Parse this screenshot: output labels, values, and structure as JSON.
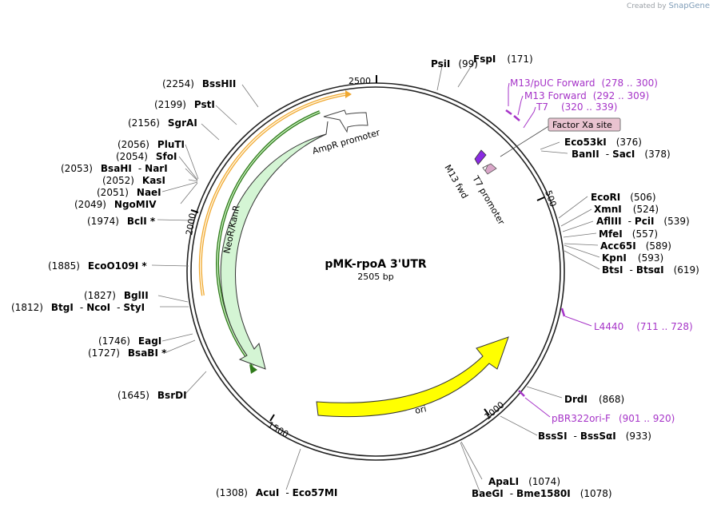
{
  "credit": {
    "created_by": "Created by",
    "brand": "SnapGene"
  },
  "plasmid": {
    "name": "pMK-rpoA 3'UTR",
    "length_label": "2505 bp"
  },
  "ticks": {
    "t500": "500",
    "t1000": "1000",
    "t1500": "1500",
    "t2000": "2000",
    "t2500": "2500"
  },
  "features": {
    "ampr_promoter": "AmpR promoter",
    "neor_kanr": "NeoR/KanR",
    "ori": "ori",
    "t7_promoter": "T7 promoter",
    "m13_fwd": "M13 fwd",
    "factor_xa": "Factor Xa site"
  },
  "sites": {
    "psti_top": {
      "name": "PsiI",
      "pos": "(99)"
    },
    "fspi": {
      "name": "FspI",
      "pos": "(171)"
    },
    "eco53ki": {
      "name": "Eco53kI",
      "pos": "(376)"
    },
    "banii": {
      "name": "BanII",
      "sep": "-",
      "name2": "SacI",
      "pos": "(378)"
    },
    "ecori": {
      "name": "EcoRI",
      "pos": "(506)"
    },
    "xmni": {
      "name": "XmnI",
      "pos": "(524)"
    },
    "aflIII": {
      "name": "AflIII",
      "sep": "-",
      "name2": "PciI",
      "pos": "(539)"
    },
    "mfei": {
      "name": "MfeI",
      "pos": "(557)"
    },
    "acc65i": {
      "name": "Acc65I",
      "pos": "(589)"
    },
    "kpni": {
      "name": "KpnI",
      "pos": "(593)"
    },
    "btsi": {
      "name": "BtsI",
      "sep": "-",
      "name2": "BtsαI",
      "pos": "(619)"
    },
    "drdi": {
      "name": "DrdI",
      "pos": "(868)"
    },
    "bsssi": {
      "name": "BssSI",
      "sep": "-",
      "name2": "BssSαI",
      "pos": "(933)"
    },
    "apali": {
      "name": "ApaLI",
      "pos": "(1074)"
    },
    "baegi": {
      "name": "BaeGI",
      "sep": "-",
      "name2": "Bme1580I",
      "pos": "(1078)"
    },
    "acui": {
      "pos": "(1308)",
      "name": "AcuI",
      "sep": "-",
      "name2": "Eco57MI"
    },
    "bsrdi": {
      "pos": "(1645)",
      "name": "BsrDI"
    },
    "bsabi": {
      "pos": "(1727)",
      "name": "BsaBI *"
    },
    "eagi": {
      "pos": "(1746)",
      "name": "EagI"
    },
    "btgi": {
      "pos": "(1812)",
      "name": "BtgI",
      "sep": "-",
      "name2": "NcoI",
      "sep2": "-",
      "name3": "StyI"
    },
    "bglii": {
      "pos": "(1827)",
      "name": "BglII"
    },
    "ecoo109i": {
      "pos": "(1885)",
      "name": "EcoO109I *"
    },
    "bcli": {
      "pos": "(1974)",
      "name": "BclI *"
    },
    "ngomiv": {
      "pos": "(2049)",
      "name": "NgoMIV"
    },
    "naei": {
      "pos": "(2051)",
      "name": "NaeI"
    },
    "kasi": {
      "pos": "(2052)",
      "name": "KasI"
    },
    "bsahi": {
      "pos": "(2053)",
      "name": "BsaHI",
      "sep": "-",
      "name2": "NarI"
    },
    "sfoi": {
      "pos": "(2054)",
      "name": "SfoI"
    },
    "pluti": {
      "pos": "(2056)",
      "name": "PluTI"
    },
    "sgrai": {
      "pos": "(2156)",
      "name": "SgrAI"
    },
    "psti": {
      "pos": "(2199)",
      "name": "PstI"
    },
    "bsshii": {
      "pos": "(2254)",
      "name": "BssHII"
    }
  },
  "primers": {
    "m13puc": {
      "name": "M13/pUC Forward",
      "range": "(278 .. 300)"
    },
    "m13fwd": {
      "name": "M13 Forward",
      "range": "(292 .. 309)"
    },
    "t7": {
      "name": "T7",
      "range": "(320 .. 339)"
    },
    "l4440": {
      "name": "L4440",
      "range": "(711 .. 728)"
    },
    "pbr322": {
      "name": "pBR322ori-F",
      "range": "(901 .. 920)"
    }
  },
  "colors": {
    "backbone": "#222222",
    "amp_arrow": "#d4f5d4",
    "orange_line": "#f0a830",
    "green_line": "#2f7a1a",
    "ori": "#ffff00",
    "primer": "#a634c8",
    "factor_xa_fill": "#e9c3d0",
    "promoter_fill": "#ffffff"
  }
}
